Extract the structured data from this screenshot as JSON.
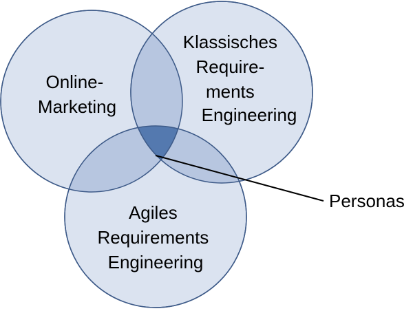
{
  "diagram": {
    "sets": [
      {
        "id": "online-marketing",
        "lines": [
          "Online-",
          "Marketing"
        ]
      },
      {
        "id": "klassisches-re",
        "lines": [
          "Klassisches",
          "Require-",
          "ments",
          "Engineering"
        ]
      },
      {
        "id": "agiles-re",
        "lines": [
          "Agiles",
          "Requirements",
          "Engineering"
        ]
      }
    ],
    "intersection_label": "Personas",
    "colors": {
      "circle_fill": "#dbe3f0",
      "pair_overlap_fill": "#b7c6e0",
      "triple_overlap_fill": "#5479af",
      "outline": "#3d5a88",
      "text": "#000000"
    }
  }
}
